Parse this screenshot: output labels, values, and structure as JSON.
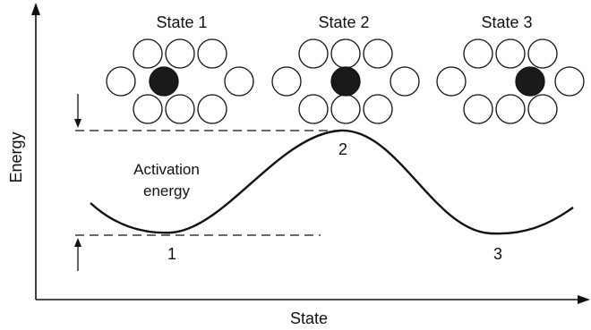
{
  "axes": {
    "x_label": "State",
    "y_label": "Energy"
  },
  "annotation": {
    "line1": "Activation",
    "line2": "energy"
  },
  "states": [
    {
      "title": "State 1",
      "curve_label": "1",
      "atom_pattern": "interstitial-left"
    },
    {
      "title": "State 2",
      "curve_label": "2",
      "atom_pattern": "saddle-middle"
    },
    {
      "title": "State 3",
      "curve_label": "3",
      "atom_pattern": "interstitial-right"
    }
  ],
  "colors": {
    "line": "#111111",
    "atom_fill": "#ffffff",
    "solute_atom": "#1a1a1a",
    "background": "#ffffff"
  }
}
